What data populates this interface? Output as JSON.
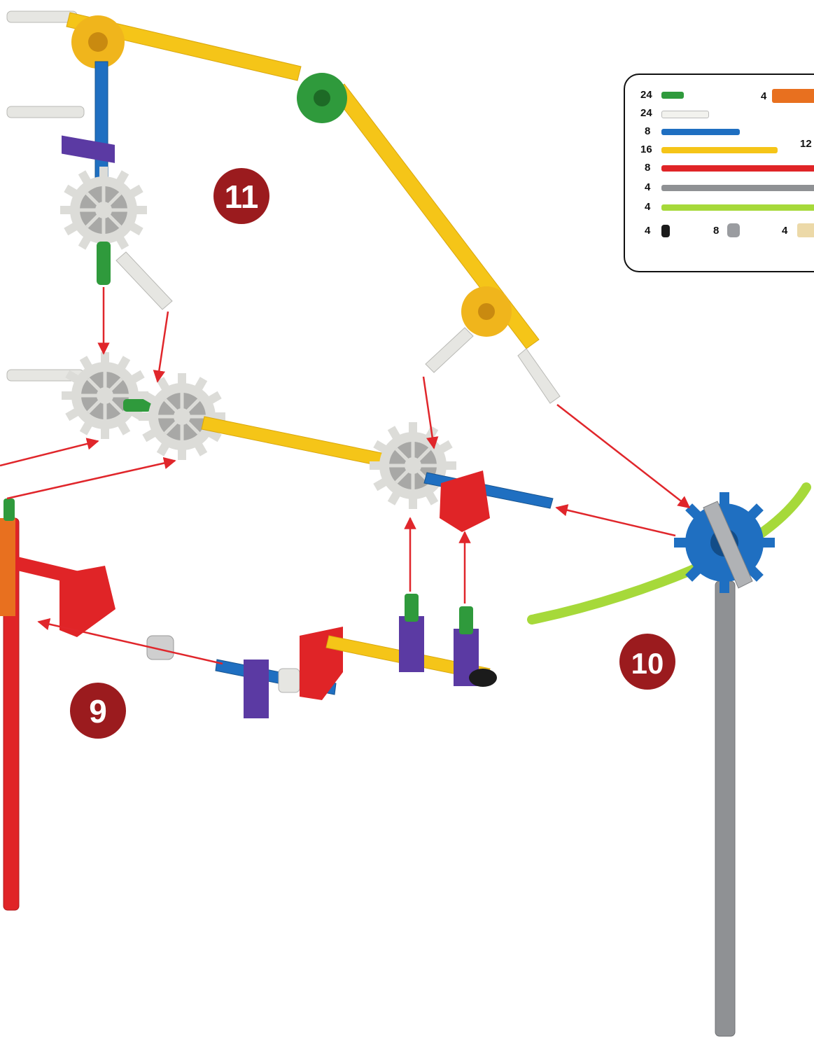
{
  "steps": {
    "step9": "9",
    "step10": "10",
    "step11": "11"
  },
  "parts_list": {
    "green_connector": "24",
    "white_rod": "24",
    "blue_rod": "8",
    "yellow_rod": "16",
    "red_rod": "8",
    "gray_rod": "4",
    "lime_flex_rod": "4",
    "orange_part": "4",
    "right_qty": "12",
    "black_clip": "4",
    "gray_spacer": "8",
    "tan_part": "4"
  },
  "colors": {
    "step_badge": "#9b1b1e",
    "arrow": "#e0262b",
    "yellow": "#f5c518",
    "red": "#e02427",
    "blue": "#1f6fc1",
    "green": "#2f9a3c",
    "purple": "#5b3aa3",
    "gray": "#8f9194",
    "white": "#e6e6e2",
    "lime": "#a6d93a",
    "orange": "#e8701f"
  }
}
